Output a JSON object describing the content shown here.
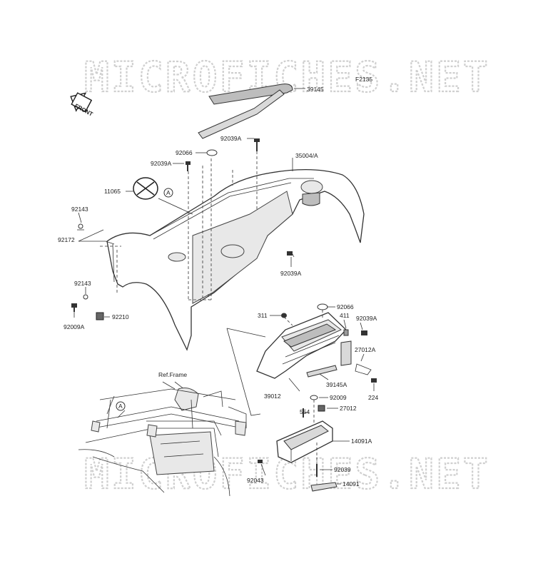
{
  "diagram_code": "F2135",
  "front_label": "FRONT",
  "frame_label": "Ref.Frame",
  "ref_marker": "A",
  "watermark": "MICROFICHES.NET",
  "parts": [
    {
      "id": "p39145",
      "label": "39145"
    },
    {
      "id": "p92039A_top",
      "label": "92039A"
    },
    {
      "id": "p92066_top",
      "label": "92066"
    },
    {
      "id": "p35004A",
      "label": "35004/A"
    },
    {
      "id": "p92039A_left",
      "label": "92039A"
    },
    {
      "id": "p11065",
      "label": "11065"
    },
    {
      "id": "p92143_top",
      "label": "92143"
    },
    {
      "id": "p92172",
      "label": "92172"
    },
    {
      "id": "p92039A_mid",
      "label": "92039A"
    },
    {
      "id": "p92143_bot",
      "label": "92143"
    },
    {
      "id": "p92009A",
      "label": "92009A"
    },
    {
      "id": "p92210",
      "label": "92210"
    },
    {
      "id": "p311",
      "label": "311"
    },
    {
      "id": "p92066_right",
      "label": "92066"
    },
    {
      "id": "p411",
      "label": "411"
    },
    {
      "id": "p92039A_right",
      "label": "92039A"
    },
    {
      "id": "p27012A",
      "label": "27012A"
    },
    {
      "id": "p39145A",
      "label": "39145A"
    },
    {
      "id": "p224",
      "label": "224"
    },
    {
      "id": "p39012",
      "label": "39012"
    },
    {
      "id": "p92009",
      "label": "92009"
    },
    {
      "id": "p554",
      "label": "554"
    },
    {
      "id": "p27012",
      "label": "27012"
    },
    {
      "id": "p14091A",
      "label": "14091A"
    },
    {
      "id": "p92043",
      "label": "92043"
    },
    {
      "id": "p92039",
      "label": "92039"
    },
    {
      "id": "p14091",
      "label": "14091"
    }
  ]
}
